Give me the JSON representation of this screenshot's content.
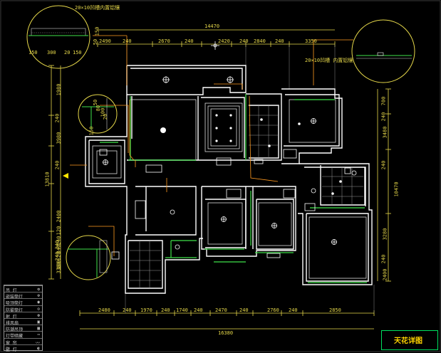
{
  "title": "天花详图",
  "dimensions": {
    "top_total": "14470",
    "top_segments": [
      "2490",
      "240",
      "2670",
      "240",
      "2420",
      "240",
      "2840",
      "240",
      "3350"
    ],
    "bottom_total": "16380",
    "bottom_segments": [
      "2480",
      "240",
      "1970",
      "240",
      "1740",
      "240",
      "2470",
      "240",
      "2760",
      "240",
      "2850"
    ],
    "left_total": "13810",
    "left_segments": [
      "1980",
      "240",
      "3980",
      "240",
      "340",
      "2400",
      "240",
      "3380"
    ],
    "right_total": "10470",
    "right_segments": [
      "700",
      "240",
      "3480",
      "240",
      "3280",
      "240",
      "2400"
    ]
  },
  "details": {
    "top_left_note": "20×10凹槽内置铝镶",
    "top_left_dims": [
      "150",
      "300",
      "20",
      "150"
    ],
    "top_left_side": [
      "150",
      "50"
    ],
    "top_right_note": "20×10凹槽 内置铝镶",
    "mid_left_dims": [
      "50",
      "80",
      "100",
      "20",
      "150"
    ],
    "bottom_left_dims": [
      "120",
      "240",
      "340",
      "120",
      "100"
    ]
  },
  "legend": {
    "rows": [
      {
        "label": "吊 灯",
        "symbol": "❂"
      },
      {
        "label": "嵌装筒灯",
        "symbol": "⊕"
      },
      {
        "label": "吸顶筒灯",
        "symbol": "◉"
      },
      {
        "label": "防雾筒灯",
        "symbol": "⊙"
      },
      {
        "label": "射 灯",
        "symbol": "⊛"
      },
      {
        "label": "排风扇",
        "symbol": "▣"
      },
      {
        "label": "防潮吊顶",
        "symbol": "▦"
      },
      {
        "label": "灯带暗藏",
        "symbol": "┅"
      },
      {
        "label": "窗 帘",
        "symbol": "〰"
      },
      {
        "label": "壁 灯",
        "symbol": "◐"
      }
    ]
  },
  "colors": {
    "wall": "#ffffff",
    "dimension": "#e6d84a",
    "green": "#3fe24a",
    "orange": "#ff9a20",
    "grid": "#9a9a9a"
  }
}
